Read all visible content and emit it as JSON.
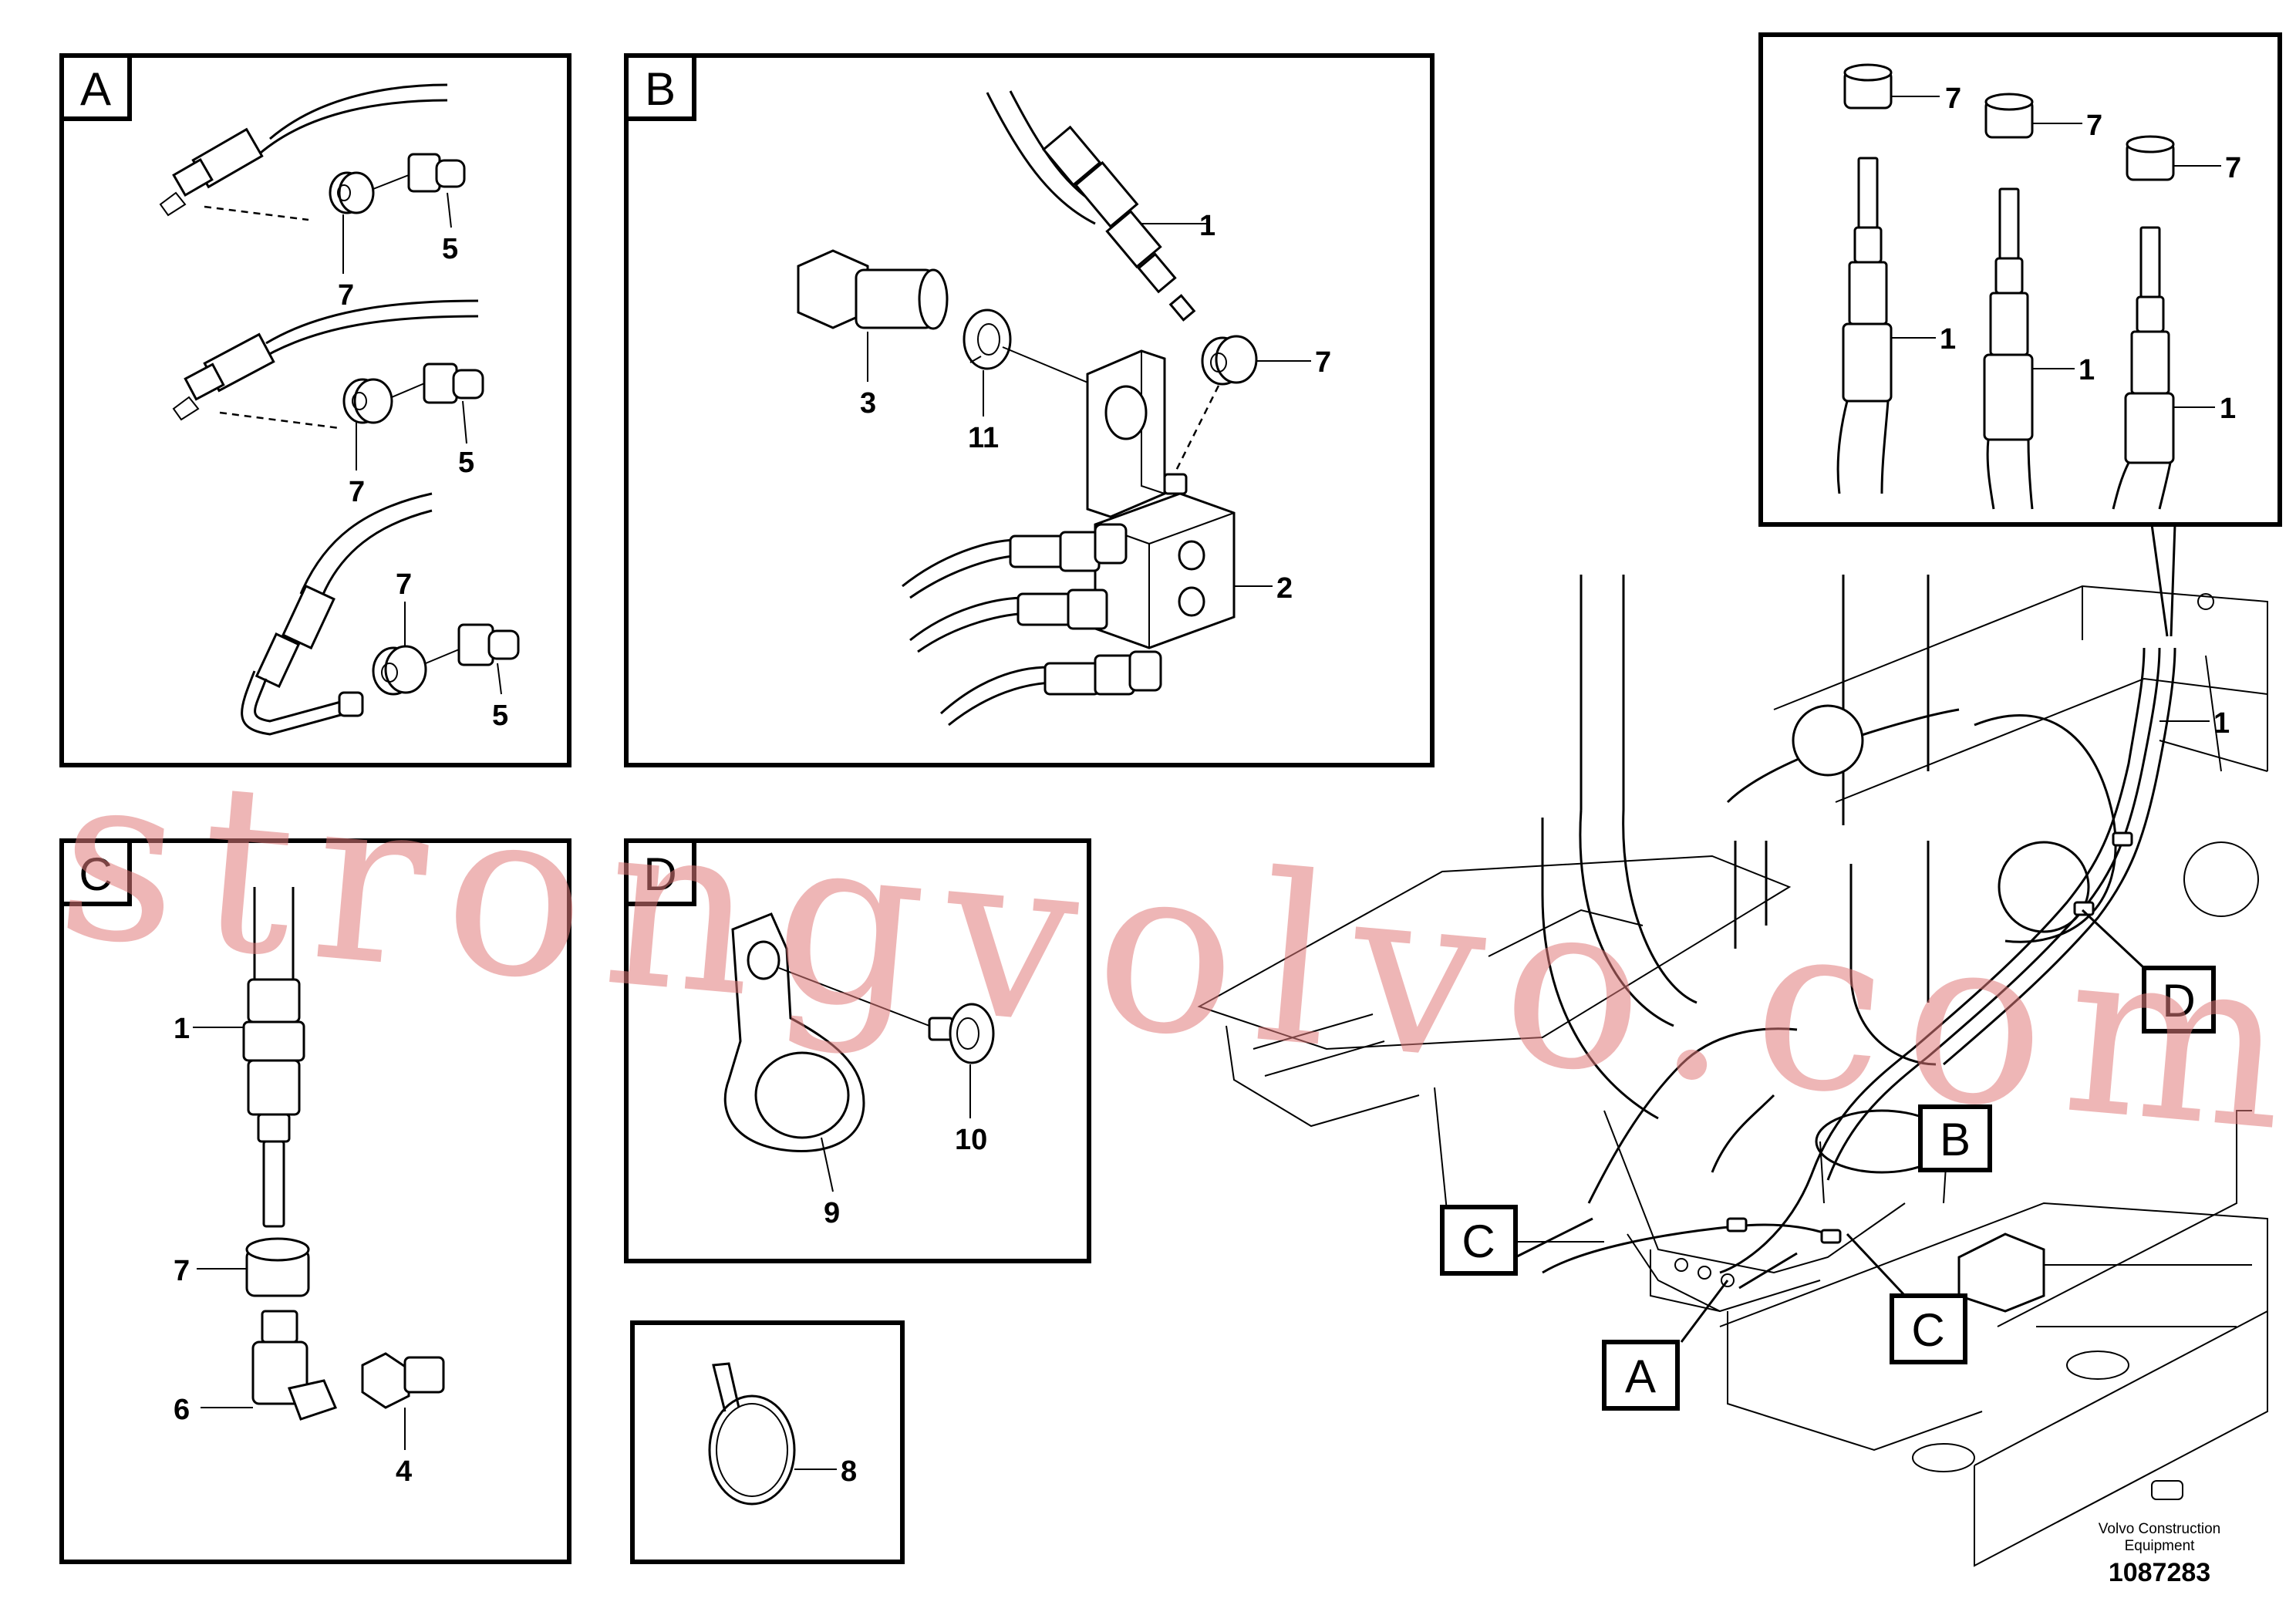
{
  "panels": [
    {
      "id": "A",
      "letter": "A"
    },
    {
      "id": "B",
      "letter": "B"
    },
    {
      "id": "C",
      "letter": "C"
    },
    {
      "id": "D",
      "letter": "D"
    }
  ],
  "labels": {
    "a_7_1": "7",
    "a_5_1": "5",
    "a_7_2": "7",
    "a_5_2": "5",
    "a_7_3": "7",
    "a_5_3": "5",
    "b_1": "1",
    "b_7": "7",
    "b_3": "3",
    "b_11": "11",
    "b_2": "2",
    "c_1": "1",
    "c_7": "7",
    "c_6": "6",
    "c_4": "4",
    "d_9": "9",
    "d_10": "10",
    "e_8": "8",
    "f_7_1": "7",
    "f_7_2": "7",
    "f_7_3": "7",
    "f_1_1": "1",
    "f_1_2": "1",
    "f_1_3": "1",
    "m_1": "1"
  },
  "callouts": {
    "d": "D",
    "b": "B",
    "c1": "C",
    "c2": "C",
    "a": "A"
  },
  "footer": {
    "brand_line1": "Volvo Construction",
    "brand_line2": "Equipment",
    "figure_id": "1087283"
  },
  "watermark": "strongvolvo.com"
}
